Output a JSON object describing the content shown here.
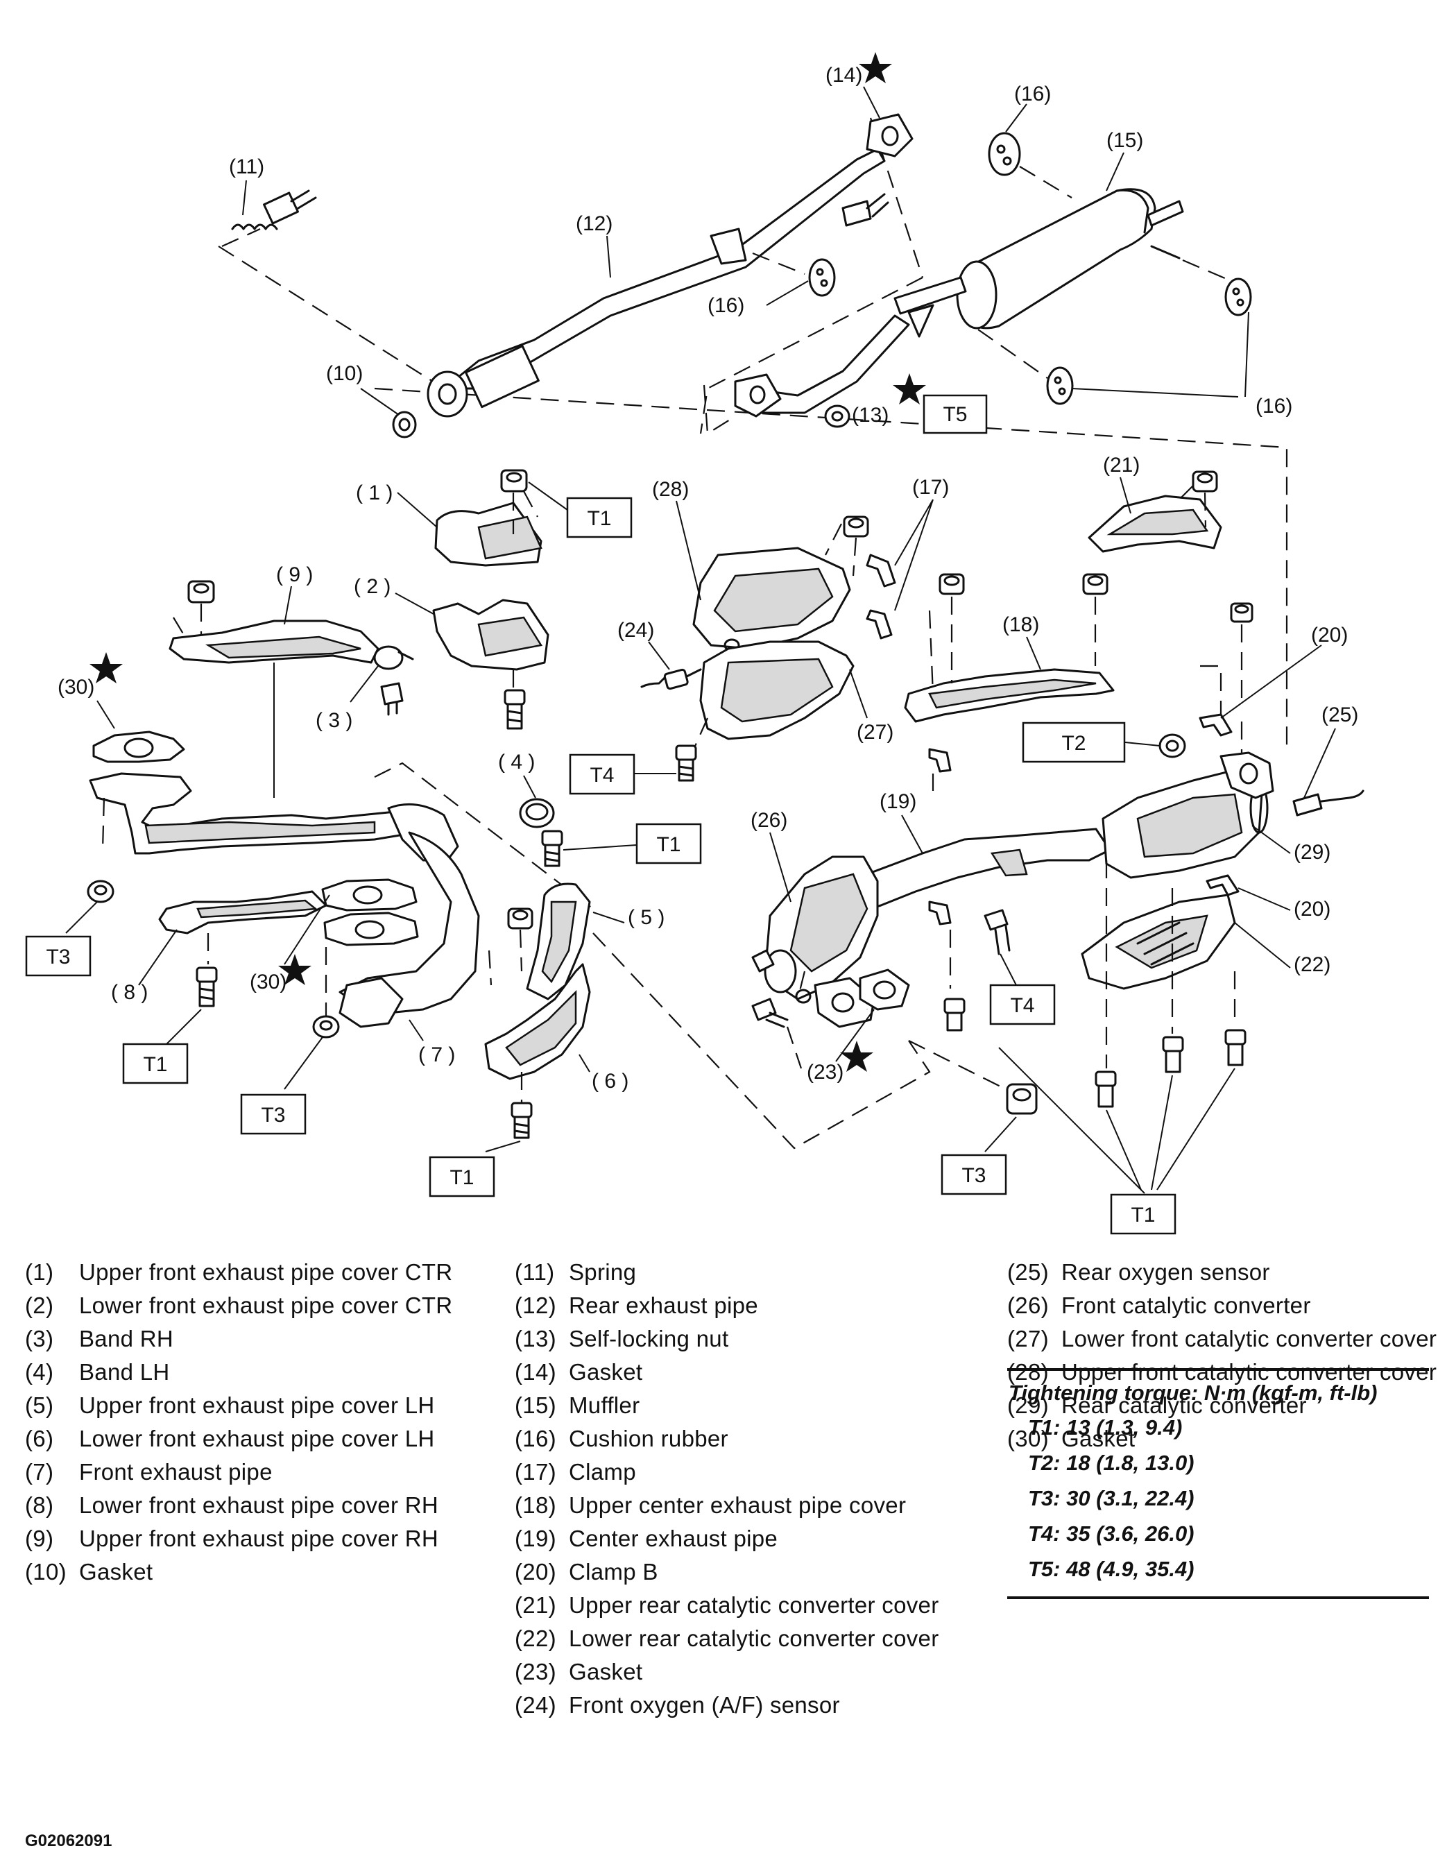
{
  "labels": {
    "p1": "( 1 )",
    "p2": "( 2 )",
    "p3": "( 3 )",
    "p4": "( 4 )",
    "p5": "( 5 )",
    "p6": "( 6 )",
    "p7": "( 7 )",
    "p8": "( 8 )",
    "p9": "( 9 )",
    "p10": "(10)",
    "p11": "(11)",
    "p12": "(12)",
    "p13": "(13)",
    "p14": "(14)",
    "p15": "(15)",
    "p16a": "(16)",
    "p16b": "(16)",
    "p16c": "(16)",
    "p17": "(17)",
    "p18": "(18)",
    "p19": "(19)",
    "p20a": "(20)",
    "p20b": "(20)",
    "p21": "(21)",
    "p22": "(22)",
    "p23": "(23)",
    "p24": "(24)",
    "p25": "(25)",
    "p26": "(26)",
    "p27": "(27)",
    "p28": "(28)",
    "p29": "(29)",
    "p30a": "(30)",
    "p30b": "(30)"
  },
  "torque_boxes": {
    "t5": "T5",
    "t1_cover1": "T1",
    "t1_band4": "T1",
    "t4_cat": "T4",
    "t2_center": "T2",
    "t3_left": "T3",
    "t1_left": "T1",
    "t3_mid": "T3",
    "t1_lower": "T1",
    "t4_center": "T4",
    "t3_right": "T3",
    "t1_right": "T1"
  },
  "legend": {
    "col1": [
      {
        "num": "(1)",
        "text": "Upper front exhaust pipe cover CTR"
      },
      {
        "num": "(2)",
        "text": "Lower front exhaust pipe cover CTR"
      },
      {
        "num": "(3)",
        "text": "Band RH"
      },
      {
        "num": "(4)",
        "text": "Band LH"
      },
      {
        "num": "(5)",
        "text": "Upper front exhaust pipe cover LH"
      },
      {
        "num": "(6)",
        "text": "Lower front exhaust pipe cover LH"
      },
      {
        "num": "(7)",
        "text": "Front exhaust pipe"
      },
      {
        "num": "(8)",
        "text": "Lower front exhaust pipe cover RH"
      },
      {
        "num": "(9)",
        "text": "Upper front exhaust pipe cover RH"
      },
      {
        "num": "(10)",
        "text": "Gasket"
      }
    ],
    "col2": [
      {
        "num": "(11)",
        "text": "Spring"
      },
      {
        "num": "(12)",
        "text": "Rear exhaust pipe"
      },
      {
        "num": "(13)",
        "text": "Self-locking nut"
      },
      {
        "num": "(14)",
        "text": "Gasket"
      },
      {
        "num": "(15)",
        "text": "Muffler"
      },
      {
        "num": "(16)",
        "text": "Cushion rubber"
      },
      {
        "num": "(17)",
        "text": "Clamp"
      },
      {
        "num": "(18)",
        "text": "Upper center exhaust pipe cover"
      },
      {
        "num": "(19)",
        "text": "Center exhaust pipe"
      },
      {
        "num": "(20)",
        "text": "Clamp B"
      },
      {
        "num": "(21)",
        "text": "Upper rear catalytic converter cover"
      },
      {
        "num": "(22)",
        "text": "Lower rear catalytic converter cover"
      },
      {
        "num": "(23)",
        "text": "Gasket"
      },
      {
        "num": "(24)",
        "text": "Front oxygen (A/F) sensor"
      }
    ],
    "col3": [
      {
        "num": "(25)",
        "text": "Rear oxygen sensor"
      },
      {
        "num": "(26)",
        "text": "Front catalytic converter"
      },
      {
        "num": "(27)",
        "text": "Lower front catalytic converter cover"
      },
      {
        "num": "(28)",
        "text": "Upper front catalytic converter cover"
      },
      {
        "num": "(29)",
        "text": "Rear catalytic converter"
      },
      {
        "num": "(30)",
        "text": "Gasket"
      }
    ]
  },
  "torque": {
    "title": "Tightening torque: N·m (kgf-m, ft-lb)",
    "rows": [
      "T1: 13 (1.3, 9.4)",
      "T2: 18 (1.8, 13.0)",
      "T3: 30 (3.1, 22.4)",
      "T4: 35 (3.6, 26.0)",
      "T5: 48 (4.9, 35.4)"
    ]
  },
  "figure_id": "G02062091"
}
